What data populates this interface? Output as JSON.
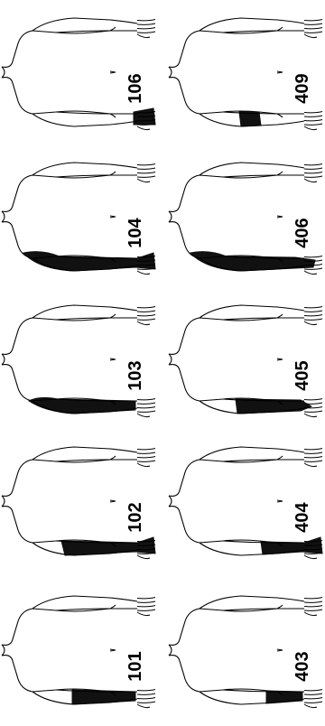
{
  "figure": {
    "line_color": "#000000",
    "fill_color": "#111111",
    "background": "#ffffff",
    "columns": [
      {
        "items": [
          {
            "code": "101",
            "garment": "sleeve",
            "coverage": "arm-to-wrist"
          },
          {
            "code": "102",
            "garment": "sleeve",
            "coverage": "arm-to-fingers"
          },
          {
            "code": "103",
            "garment": "sleeve",
            "coverage": "shoulder-to-wrist"
          },
          {
            "code": "104",
            "garment": "sleeve",
            "coverage": "shoulder-to-fingers"
          },
          {
            "code": "106",
            "garment": "glove",
            "coverage": "hand"
          }
        ]
      },
      {
        "items": [
          {
            "code": "403",
            "garment": "sleeve",
            "coverage": "forearm-to-wrist"
          },
          {
            "code": "404",
            "garment": "sleeve",
            "coverage": "forearm-to-fingers"
          },
          {
            "code": "405",
            "garment": "sleeve",
            "coverage": "upper-arm-to-wrist"
          },
          {
            "code": "406",
            "garment": "sleeve",
            "coverage": "shoulder-to-hand"
          },
          {
            "code": "409",
            "garment": "band",
            "coverage": "upper-arm"
          }
        ]
      }
    ]
  }
}
